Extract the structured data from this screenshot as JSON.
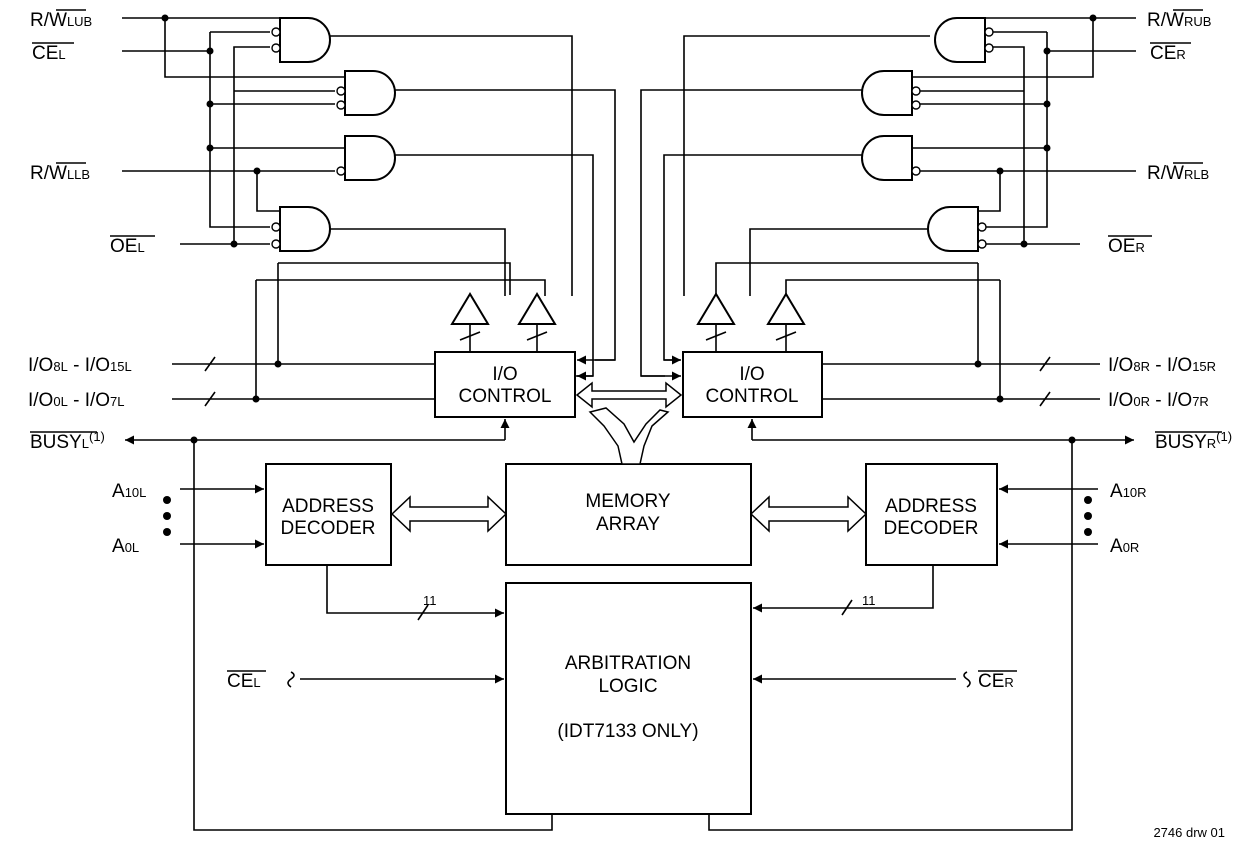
{
  "signals": {
    "rw_lub": {
      "main": "R/",
      "bar": "W",
      "sub": "LUB"
    },
    "ce_l": {
      "bar": "CE",
      "sub": "L"
    },
    "rw_llb": {
      "main": "R/",
      "bar": "W",
      "sub": "LLB"
    },
    "oe_l": {
      "bar": "OE",
      "sub": "L"
    },
    "rw_rub": {
      "main": "R/",
      "bar": "W",
      "sub": "RUB"
    },
    "ce_r": {
      "bar": "CE",
      "sub": "R"
    },
    "rw_rlb": {
      "main": "R/",
      "bar": "W",
      "sub": "RLB"
    },
    "oe_r": {
      "bar": "OE",
      "sub": "R"
    },
    "io_hi_l": {
      "p1": "I/O",
      "s1": "8L",
      "p2": " - I/O",
      "s2": "15L"
    },
    "io_lo_l": {
      "p1": "I/O",
      "s1": "0L",
      "p2": " - I/O",
      "s2": "7L"
    },
    "io_hi_r": {
      "p1": "I/O",
      "s1": "8R",
      "p2": " - I/O",
      "s2": "15R"
    },
    "io_lo_r": {
      "p1": "I/O",
      "s1": "0R",
      "p2": " - I/O",
      "s2": "7R"
    },
    "busy_l": {
      "bar": "BUSY",
      "sub": "L",
      "sup": "(1)"
    },
    "busy_r": {
      "bar": "BUSY",
      "sub": "R",
      "sup": "(1)"
    },
    "a10_l": {
      "main": "A",
      "sub": "10L"
    },
    "a0_l": {
      "main": "A",
      "sub": "0L"
    },
    "a10_r": {
      "main": "A",
      "sub": "10R"
    },
    "a0_r": {
      "main": "A",
      "sub": "0R"
    },
    "ce_l_arb": {
      "bar": "CE",
      "sub": "L"
    },
    "ce_r_arb": {
      "bar": "CE",
      "sub": "R"
    }
  },
  "blocks": {
    "io_control": [
      "I/O",
      "CONTROL"
    ],
    "address_decoder": [
      "ADDRESS",
      "DECODER"
    ],
    "memory_array": [
      "MEMORY",
      "ARRAY"
    ],
    "arbitration": [
      "ARBITRATION",
      "LOGIC",
      "(IDT7133 ONLY)"
    ]
  },
  "bus_width": "11",
  "drawing_id": "2746 drw 01"
}
